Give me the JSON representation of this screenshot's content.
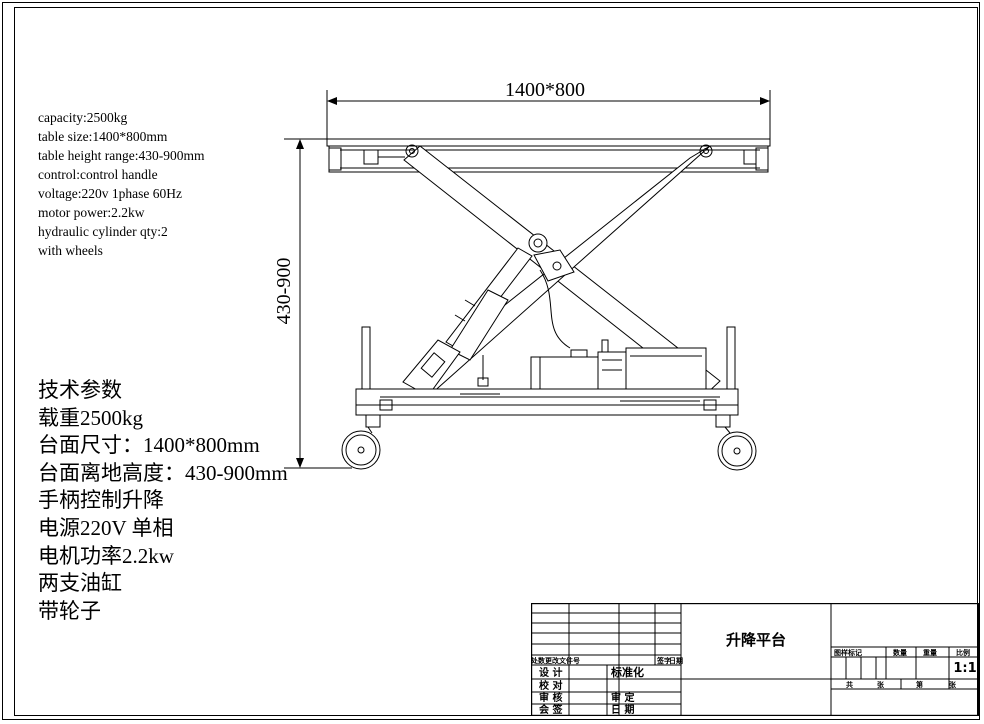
{
  "specs_en": [
    "capacity:2500kg",
    "table size:1400*800mm",
    "table height range:430-900mm",
    "control:control handle",
    "voltage:220v 1phase 60Hz",
    "motor power:2.2kw",
    "hydraulic cylinder qty:2",
    "with wheels"
  ],
  "specs_cn": [
    "技术参数",
    "载重2500kg",
    "台面尺寸：1400*800mm",
    "台面离地高度：430-900mm",
    "手柄控制升降",
    "电源220V 单相",
    "电机功率2.2kw",
    "两支油缸",
    "带轮子"
  ],
  "dimensions": {
    "width_label": "1400*800",
    "height_label": "430-900"
  },
  "title_block": {
    "drawing_name": "升降平台",
    "scale": "1:1",
    "left_header": [
      "处数",
      "更改文件号",
      "签字",
      "日期"
    ],
    "rows": [
      {
        "role": "设 计",
        "right": "标准化"
      },
      {
        "role": "校 对",
        "right": ""
      },
      {
        "role": "审 核",
        "right": "审 定"
      },
      {
        "role": "会 签",
        "right": "日 期"
      }
    ],
    "right_header": [
      "图样标记",
      "数量",
      "重量",
      "比例"
    ],
    "bottom": [
      "共",
      "张",
      "第",
      "张"
    ]
  }
}
